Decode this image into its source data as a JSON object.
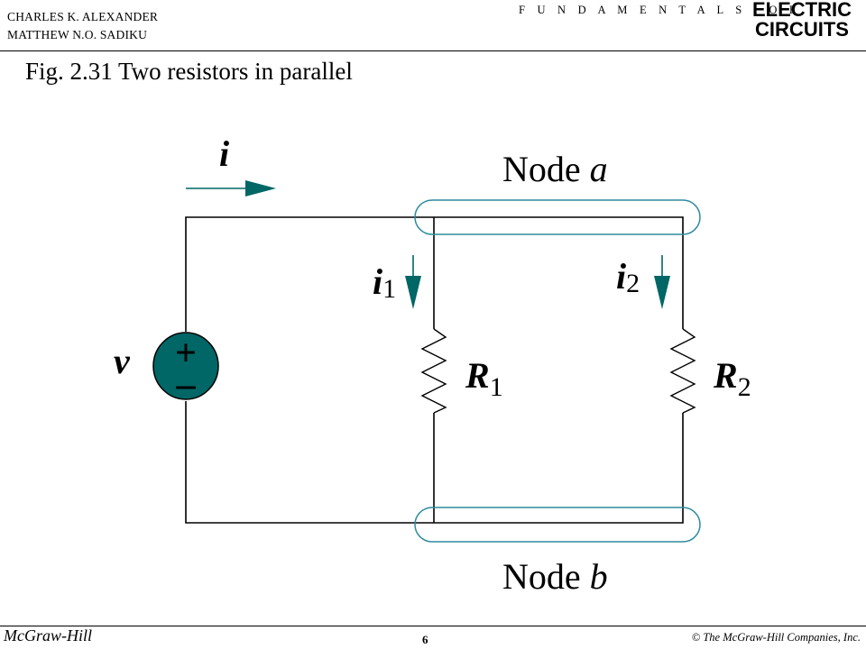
{
  "header": {
    "author_1": "CHARLES K. ALEXANDER",
    "author_2": "MATTHEW N.O. SADIKU",
    "series": "F U N D A M E N T A L S   O F",
    "brand_line_1": "ELECTRIC",
    "brand_line_2": "CIRCUITS"
  },
  "figure": {
    "title": "Fig. 2.31 Two resistors in parallel"
  },
  "diagram": {
    "current_total": "i",
    "current_1_main": "i",
    "current_1_sub": "1",
    "current_2_main": "i",
    "current_2_sub": "2",
    "voltage": "v",
    "source_plus": "+",
    "source_minus": "–",
    "resistor_1_main": "R",
    "resistor_1_sub": "1",
    "resistor_2_main": "R",
    "resistor_2_sub": "2",
    "node_a_prefix": "Node ",
    "node_a_letter": "a",
    "node_b_prefix": "Node ",
    "node_b_letter": "b",
    "colors": {
      "accent": "#006666",
      "node_outline": "#2e8b9e",
      "wire": "#000000"
    }
  },
  "footer": {
    "publisher": "McGraw-Hill",
    "page_number": "6",
    "copyright": "© The McGraw-Hill Companies, Inc."
  }
}
